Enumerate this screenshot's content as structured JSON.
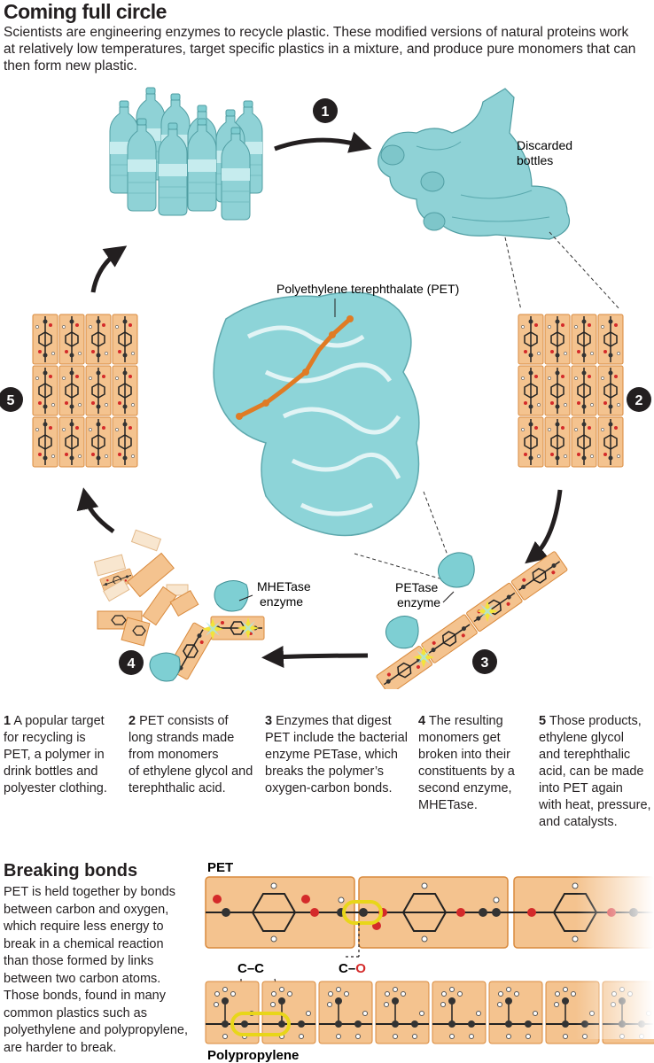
{
  "title": "Coming full circle",
  "intro": "Scientists are engineering enzymes to recycle plastic. These modified versions of natural proteins work at relatively low temperatures, target specific plastics in a mixture, and produce pure monomers that can then form new plastic.",
  "diagram": {
    "labels": {
      "discarded": [
        "Discarded",
        "bottles"
      ],
      "pet": "Polyethylene terephthalate (PET)",
      "petase": [
        "PETase",
        "enzyme"
      ],
      "mhetase": [
        "MHETase",
        "enzyme"
      ]
    },
    "step_markers": [
      "1",
      "2",
      "3",
      "4",
      "5"
    ],
    "colors": {
      "plastic": "#f4c38f",
      "plastic_edge": "#d98a3d",
      "enzyme": "#7ecfd3",
      "bottle": "#8fd2d6",
      "arrow": "#231f20",
      "pet_chain": "#e07b24",
      "highlight": "#f2e43a",
      "oxygen": "#d42a2a"
    }
  },
  "steps": [
    {
      "num": "1",
      "text": [
        "A popular target",
        "for recycling is",
        "PET, a polymer in",
        "drink bottles and",
        "polyester clothing."
      ]
    },
    {
      "num": "2",
      "text": [
        "PET consists of",
        "long strands made",
        "from monomers",
        "of ethylene glycol and",
        "terephthalic acid."
      ]
    },
    {
      "num": "3",
      "text": [
        "Enzymes that digest",
        "PET include the bacterial",
        "enzyme PETase, which",
        "breaks the polymer’s",
        "oxygen-carbon bonds."
      ]
    },
    {
      "num": "4",
      "text": [
        "The resulting",
        "monomers get",
        "broken into their",
        "constituents by a",
        "second enzyme,",
        "MHETase."
      ]
    },
    {
      "num": "5",
      "text": [
        "Those products,",
        "ethylene glycol",
        "and terephthalic",
        "acid, can be made",
        "into  PET again",
        "with heat, pressure,",
        "and catalysts."
      ]
    }
  ],
  "breaking_bonds": {
    "title": "Breaking bonds",
    "text": [
      "PET is held together by bonds",
      "between carbon and oxygen,",
      "which require less energy to",
      "break in a chemical reaction",
      "than those formed by links",
      "between two carbon atoms.",
      "Those bonds, found in many",
      "common plastics such as",
      "polyethylene and polypropylene,",
      "are harder to break."
    ],
    "pet_label": "PET",
    "cc_label": "C–C",
    "co_label_c": "C–",
    "co_label_o": "O",
    "pp_label": "Polypropylene"
  }
}
